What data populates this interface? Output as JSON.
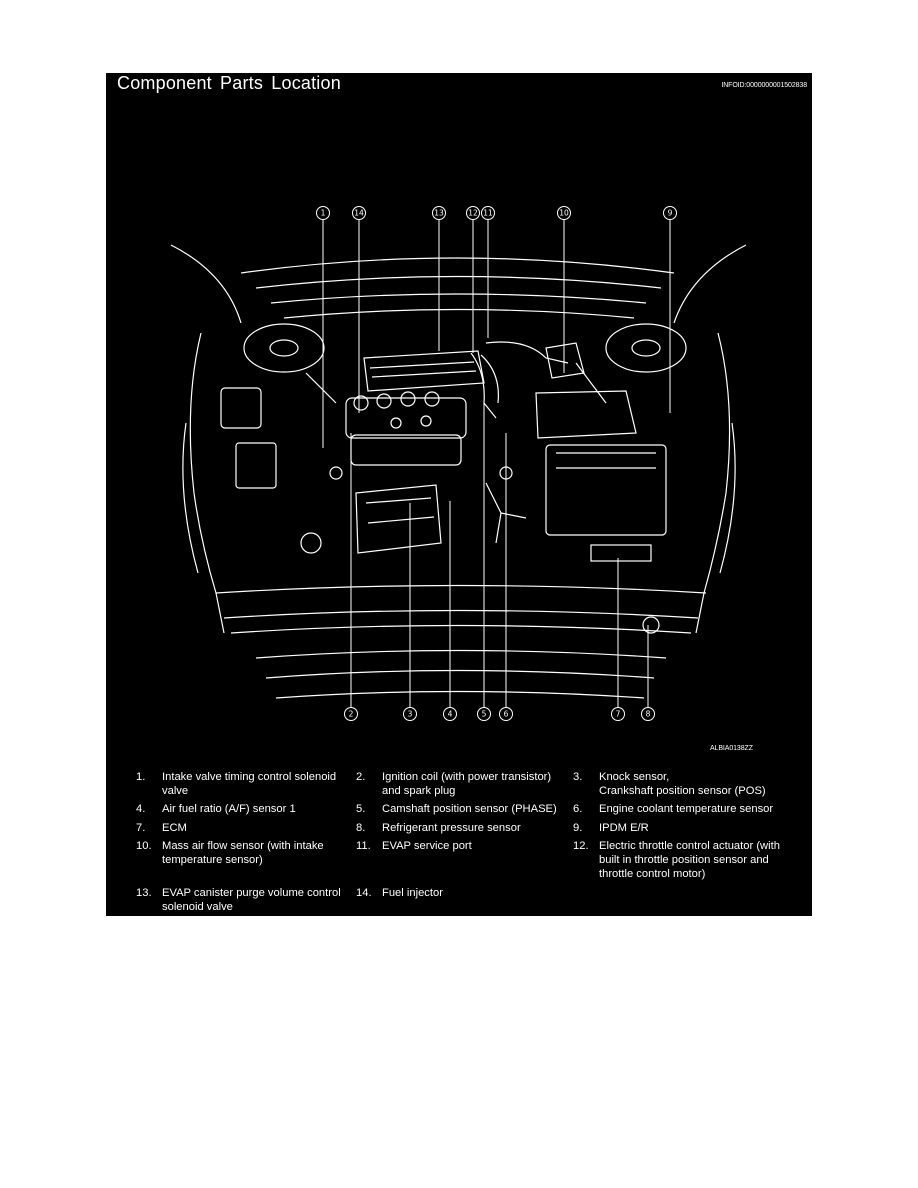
{
  "header": {
    "title": "Component Parts Location",
    "info_id": "INFOID:0000000001502838"
  },
  "diagram": {
    "figure_code": "ALBIA0138ZZ",
    "callouts_top": [
      "1",
      "14",
      "13",
      "12",
      "11",
      "10",
      "9"
    ],
    "callouts_bottom": [
      "2",
      "3",
      "4",
      "5",
      "6",
      "7",
      "8"
    ],
    "colors": {
      "background": "#000000",
      "linework": "#ffffff"
    }
  },
  "legend": [
    {
      "num": "1.",
      "text": "Intake valve timing control solenoid\nvalve"
    },
    {
      "num": "2.",
      "text": "Ignition coil (with power transistor)\nand spark plug"
    },
    {
      "num": "3.",
      "text": "Knock sensor,\nCrankshaft position sensor (POS)"
    },
    {
      "num": "4.",
      "text": "Air fuel ratio (A/F) sensor 1"
    },
    {
      "num": "5.",
      "text": "Camshaft position sensor (PHASE)"
    },
    {
      "num": "6.",
      "text": "Engine coolant temperature sensor"
    },
    {
      "num": "7.",
      "text": "ECM"
    },
    {
      "num": "8.",
      "text": "Refrigerant pressure sensor"
    },
    {
      "num": "9.",
      "text": "IPDM E/R"
    },
    {
      "num": "10.",
      "text": "Mass air flow sensor (with intake\ntemperature sensor)"
    },
    {
      "num": "11.",
      "text": "EVAP service port"
    },
    {
      "num": "12.",
      "text": "Electric throttle control actuator (with\nbuilt in throttle position sensor and\nthrottle control motor)"
    },
    {
      "num": "13.",
      "text": "EVAP canister purge volume control\nsolenoid valve"
    },
    {
      "num": "14.",
      "text": "Fuel injector"
    }
  ]
}
